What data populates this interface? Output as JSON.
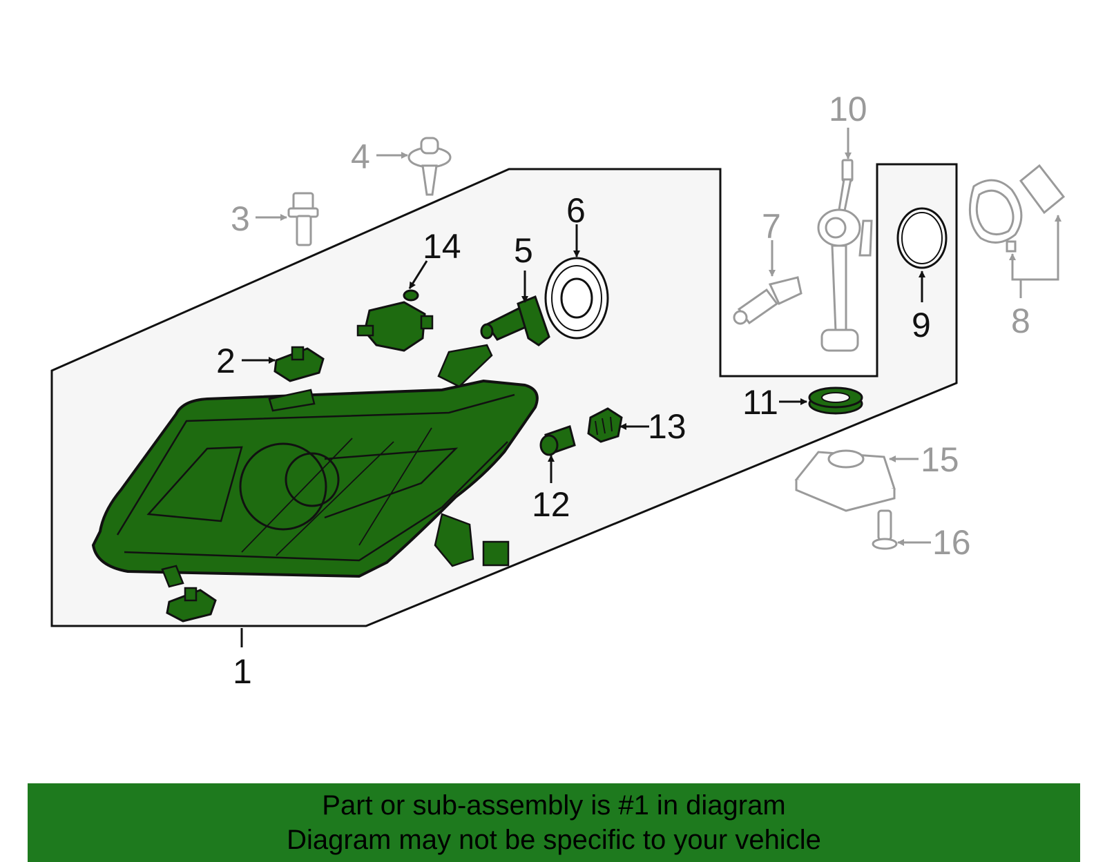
{
  "colors": {
    "highlight_part": "#1e6b10",
    "banner_background": "#1e7a1e",
    "banner_text": "#000000",
    "panel_fill": "#f6f6f6",
    "inactive_part": "#9a9a9a"
  },
  "callouts": {
    "c1": "1",
    "c2": "2",
    "c3": "3",
    "c4": "4",
    "c5": "5",
    "c6": "6",
    "c7": "7",
    "c8": "8",
    "c9": "9",
    "c10": "10",
    "c11": "11",
    "c12": "12",
    "c13": "13",
    "c14": "14",
    "c15": "15",
    "c16": "16"
  },
  "banner": {
    "line1": "Part or sub-assembly is #1 in diagram",
    "line2": "Diagram may not be specific to your vehicle"
  }
}
